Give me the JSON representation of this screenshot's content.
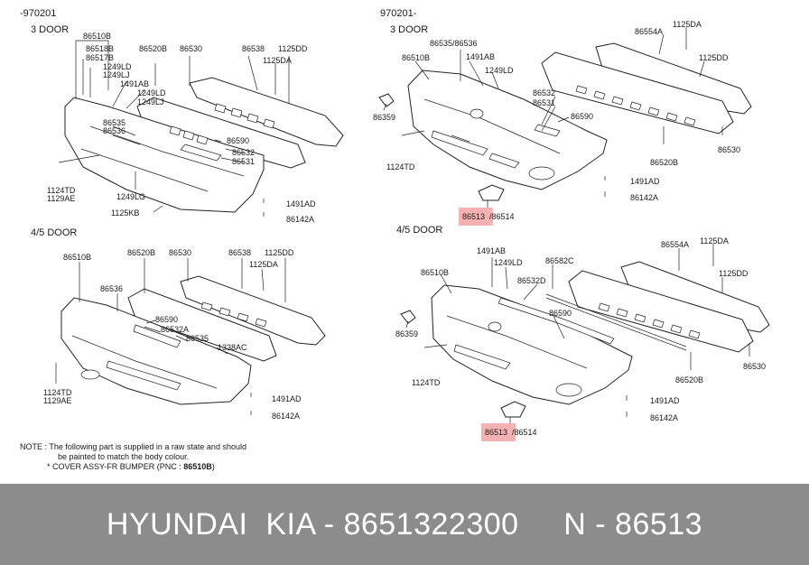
{
  "panels": [
    {
      "id": "tl",
      "date": "-970201",
      "door": "3 DOOR",
      "labels": [
        "86510B",
        "86518B",
        "86517B",
        "1249LD",
        "1249LJ",
        "1491AB",
        "1249LD",
        "1249LJ",
        "86535",
        "86536",
        "86520B",
        "86530",
        "86538",
        "1125DA",
        "1125DD",
        "86590",
        "86532",
        "86531",
        "1124TD",
        "1129AE",
        "1249LG",
        "1125KB",
        "1491AD",
        "86142A"
      ]
    },
    {
      "id": "tr",
      "date": "970201-",
      "door": "3 DOOR",
      "labels": [
        "86510B",
        "86535/86536",
        "1491AB",
        "1249LD",
        "86554A",
        "1125DA",
        "1125DD",
        "86359",
        "86532",
        "86531",
        "86590",
        "1124TD",
        "86520B",
        "86530",
        "1491AD",
        "86142A",
        "86513",
        "/86514"
      ]
    },
    {
      "id": "bl",
      "door": "4/5 DOOR",
      "labels": [
        "86510B",
        "86520B",
        "86530",
        "86538",
        "1125DA",
        "1125DD",
        "86536",
        "86590",
        "86532A",
        "86535",
        "1338AC",
        "1124TD",
        "1129AE",
        "1491AD",
        "86142A"
      ]
    },
    {
      "id": "br",
      "door": "4/5 DOOR",
      "labels": [
        "86510B",
        "1491AB",
        "1249LD",
        "86532D",
        "86582C",
        "86554A",
        "1125DA",
        "1125DD",
        "86590",
        "86359",
        "1124TD",
        "86520B",
        "86530",
        "1491AD",
        "86142A",
        "86513",
        "/86514"
      ]
    }
  ],
  "note": {
    "line1": "NOTE : The following part is supplied in a raw state and should",
    "line2": "be painted to match the body colour.",
    "line3_prefix": "* COVER ASSY-FR BUMPER (PNC : ",
    "line3_pnc": "86510B",
    "line3_suffix": ")"
  },
  "highlight_color": "#f4a5a5",
  "footer": {
    "text": "HYUNDAI  KIA - 8651322300     N - 86513"
  }
}
